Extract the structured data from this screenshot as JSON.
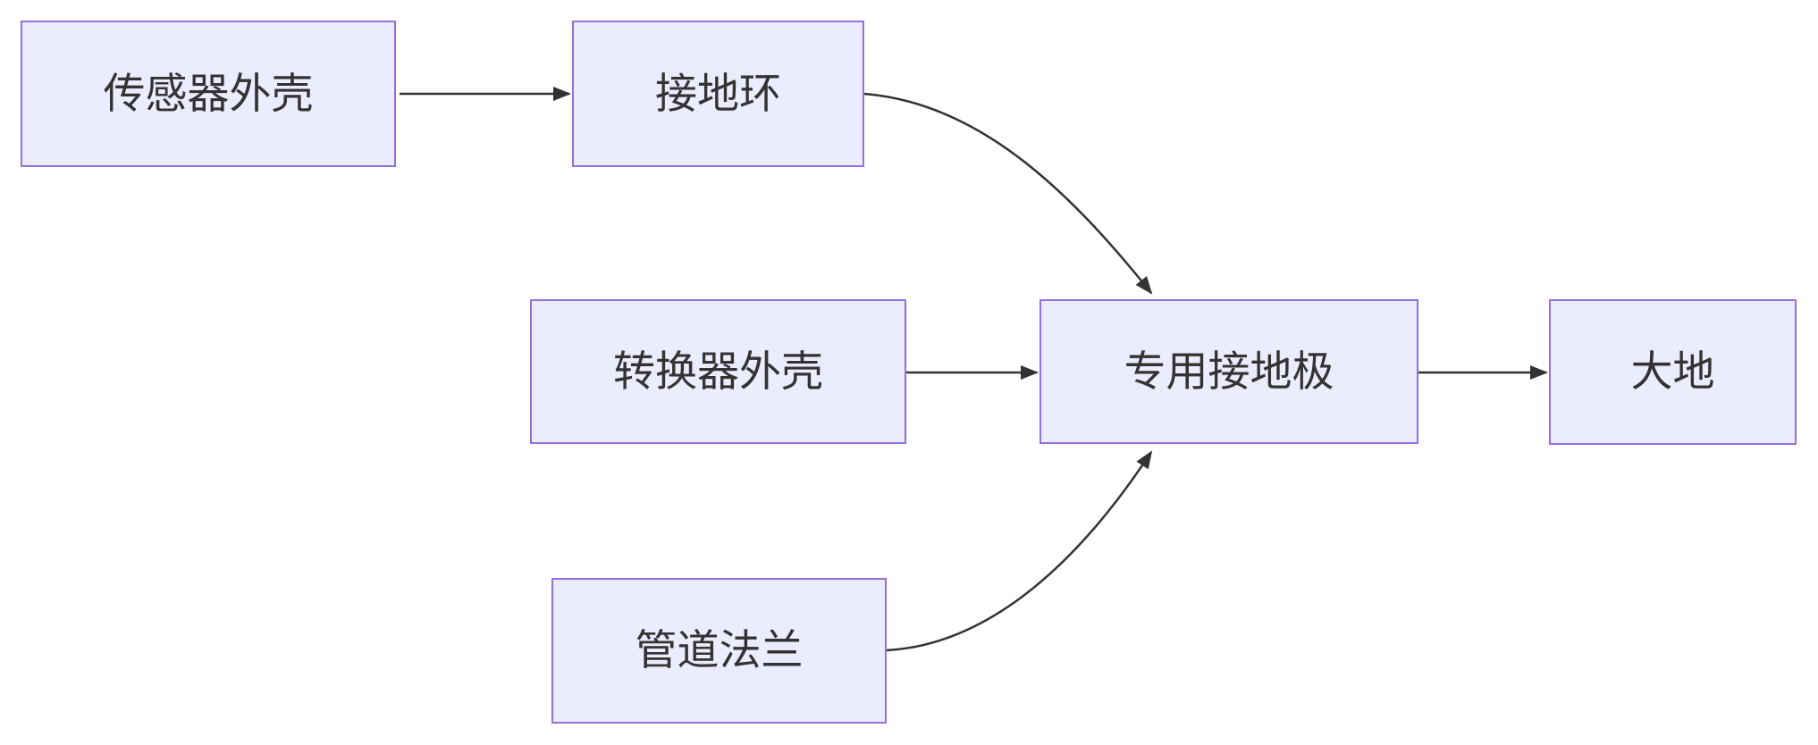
{
  "diagram": {
    "type": "flowchart",
    "direction": "left-to-right",
    "background": "#ffffff",
    "colors": {
      "node_fill": "#ECECFF",
      "node_border": "#9370DB",
      "edge_line": "#333333",
      "label_text": "#333333"
    },
    "nodes": [
      {
        "id": "sensor-shell",
        "label": "传感器外壳"
      },
      {
        "id": "ground-ring",
        "label": "接地环"
      },
      {
        "id": "converter-shell",
        "label": "转换器外壳"
      },
      {
        "id": "ground-electrode",
        "label": "专用接地极"
      },
      {
        "id": "earth",
        "label": "大地"
      },
      {
        "id": "pipe-flange",
        "label": "管道法兰"
      }
    ],
    "edges": [
      {
        "from": "传感器外壳",
        "to": "接地环",
        "shape": "straight-arrow"
      },
      {
        "from": "接地环",
        "to": "专用接地极",
        "shape": "curved-arrow"
      },
      {
        "from": "转换器外壳",
        "to": "专用接地极",
        "shape": "straight-arrow"
      },
      {
        "from": "管道法兰",
        "to": "专用接地极",
        "shape": "curved-arrow"
      },
      {
        "from": "专用接地极",
        "to": "大地",
        "shape": "straight-arrow"
      }
    ]
  }
}
